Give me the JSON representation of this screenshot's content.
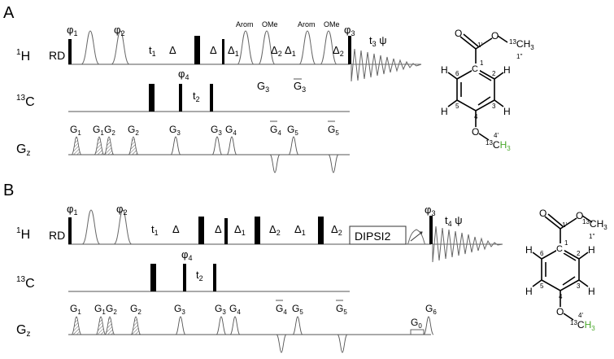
{
  "panels": [
    {
      "letter": "A",
      "h_label": "1H",
      "c_label": "13C",
      "g_label": "Gz",
      "rd": "RD",
      "phi1": "φ1",
      "phi2": "φ2",
      "phi3": "φ3",
      "phi4": "φ4",
      "t1": "t1",
      "delta_a": "Δ",
      "delta_b": "Δ",
      "delta1a": "Δ1",
      "delta2a": "Δ2",
      "delta1b": "Δ1",
      "delta2b": "Δ2",
      "arom1": "Arom",
      "ome1": "OMe",
      "arom2": "Arom",
      "ome2": "OMe",
      "acq": "t3 ψ",
      "t2": "t2",
      "G3c": "G3",
      "G3bar": "G3",
      "g": [
        "G1",
        "G1",
        "G2",
        "G2",
        "G3",
        "G3",
        "G4",
        "G4",
        "G5",
        "G5"
      ]
    },
    {
      "letter": "B",
      "h_label": "1H",
      "c_label": "13C",
      "g_label": "Gz",
      "rd": "RD",
      "phi1": "φ1",
      "phi2": "φ2",
      "phi3": "φ3",
      "phi4": "φ4",
      "t1": "t1",
      "delta_a": "Δ",
      "delta_b": "Δ",
      "delta1a": "Δ1",
      "delta2a": "Δ2",
      "delta1b": "Δ1",
      "delta2b": "Δ2",
      "dipsi": "DIPSI2",
      "acq": "t4 ψ",
      "t2": "t2",
      "g": [
        "G1",
        "G1",
        "G2",
        "G2",
        "G3",
        "G3",
        "G4",
        "G4",
        "G5",
        "G5",
        "G0",
        "G6"
      ]
    }
  ],
  "molecule": {
    "c1p": "1'",
    "o": "O",
    "och3": "O",
    "c13": "13CH3",
    "c1pp": "1''",
    "c": [
      "C",
      "C",
      "C",
      "C",
      "C",
      "C"
    ],
    "n": [
      "1",
      "2",
      "3",
      "4",
      "5",
      "6"
    ],
    "h": [
      "H",
      "H",
      "H",
      "H"
    ],
    "o4": "O",
    "c4p": "4'",
    "h3": "13CH3"
  },
  "colors": {
    "purple": "#4a2a86",
    "green": "#4aa82c"
  }
}
